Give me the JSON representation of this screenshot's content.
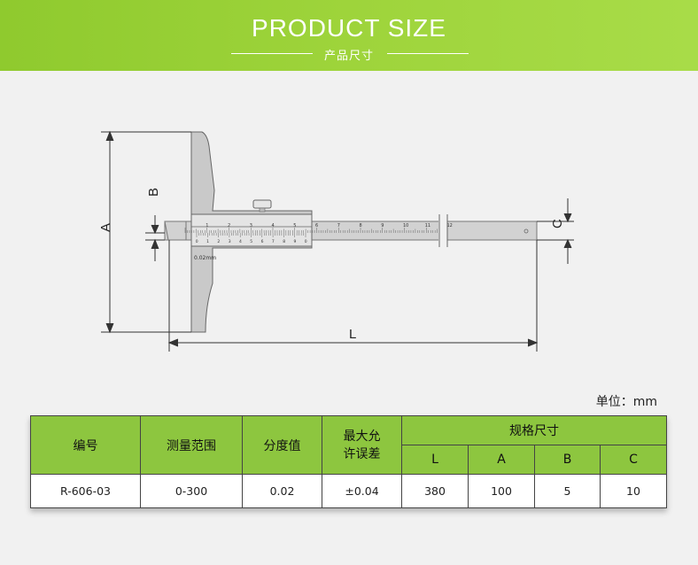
{
  "header": {
    "title": "PRODUCT  SIZE",
    "subtitle": "产品尺寸"
  },
  "diagram": {
    "labels": {
      "A": "A",
      "B": "B",
      "C": "C",
      "L": "L"
    },
    "scale_numbers": [
      "1",
      "2",
      "3",
      "4",
      "5",
      "6",
      "7",
      "8",
      "9",
      "10",
      "11",
      "12"
    ],
    "vernier_numbers": [
      "0",
      "1",
      "2",
      "3",
      "4",
      "5",
      "6",
      "7",
      "8",
      "9",
      "0"
    ],
    "resolution_mark": "0.02mm"
  },
  "unit_note": "单位：mm",
  "table": {
    "headers": {
      "model": "编号",
      "range": "测量范围",
      "resolution": "分度值",
      "tolerance": "最大允许误差",
      "spec_group": "规格尺寸",
      "L": "L",
      "A": "A",
      "B": "B",
      "C": "C"
    },
    "rows": [
      {
        "model": "R-606-03",
        "range": "0-300",
        "resolution": "0.02",
        "tolerance": "±0.04",
        "L": "380",
        "A": "100",
        "B": "5",
        "C": "10"
      }
    ]
  },
  "colors": {
    "banner": "#9ed43b",
    "table_header": "#8dc63f",
    "background": "#f1f1f1"
  }
}
